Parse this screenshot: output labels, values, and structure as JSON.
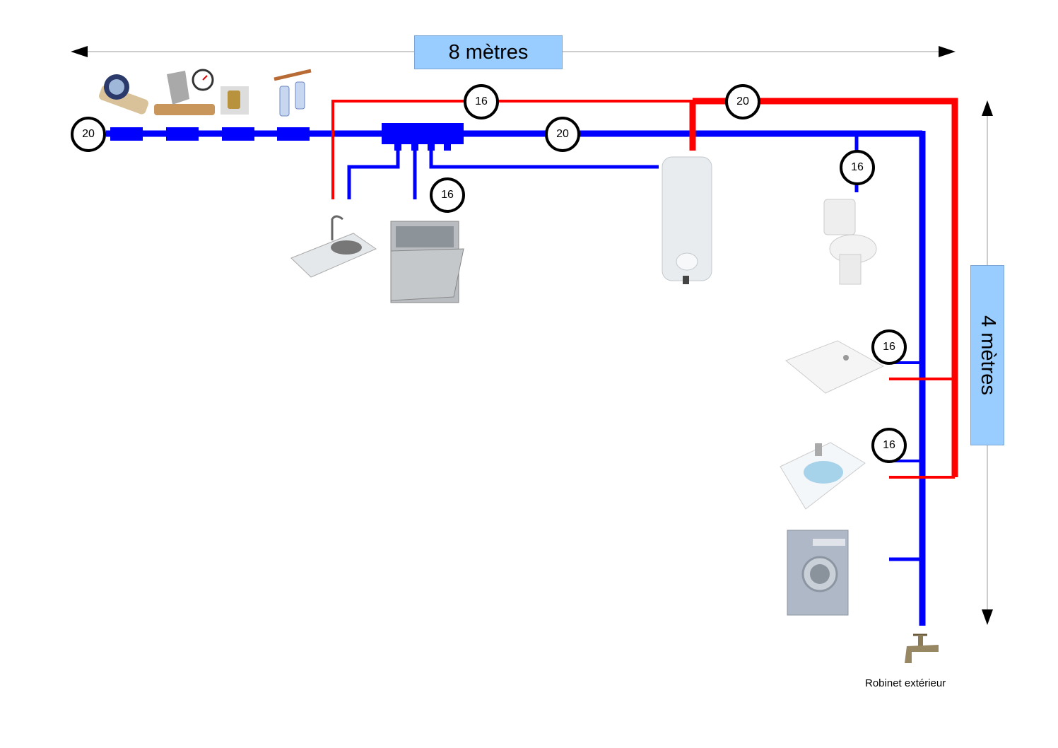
{
  "dimensions": {
    "width_label": "8 mètres",
    "height_label": "4 mètres"
  },
  "colors": {
    "cold_pipe": "#0000ff",
    "hot_pipe": "#ff0000",
    "dimension_box": "#99ccff"
  },
  "pipe_diameters": {
    "inlet": "20",
    "cold_main": "20",
    "hot_main": "20",
    "hot_kitchen": "16",
    "kitchen_branch": "16",
    "wc_branch": "16",
    "shower_branch": "16",
    "basin_branch": "16"
  },
  "inlet_components": [
    "water-meter",
    "pressure-reducer",
    "check-valve",
    "filter-unit"
  ],
  "fixtures": [
    "kitchen-sink",
    "dishwasher",
    "water-heater",
    "toilet",
    "shower-tray",
    "washbasin",
    "washing-machine",
    "outdoor-tap"
  ],
  "labels": {
    "outdoor_tap": "Robinet extérieur"
  }
}
